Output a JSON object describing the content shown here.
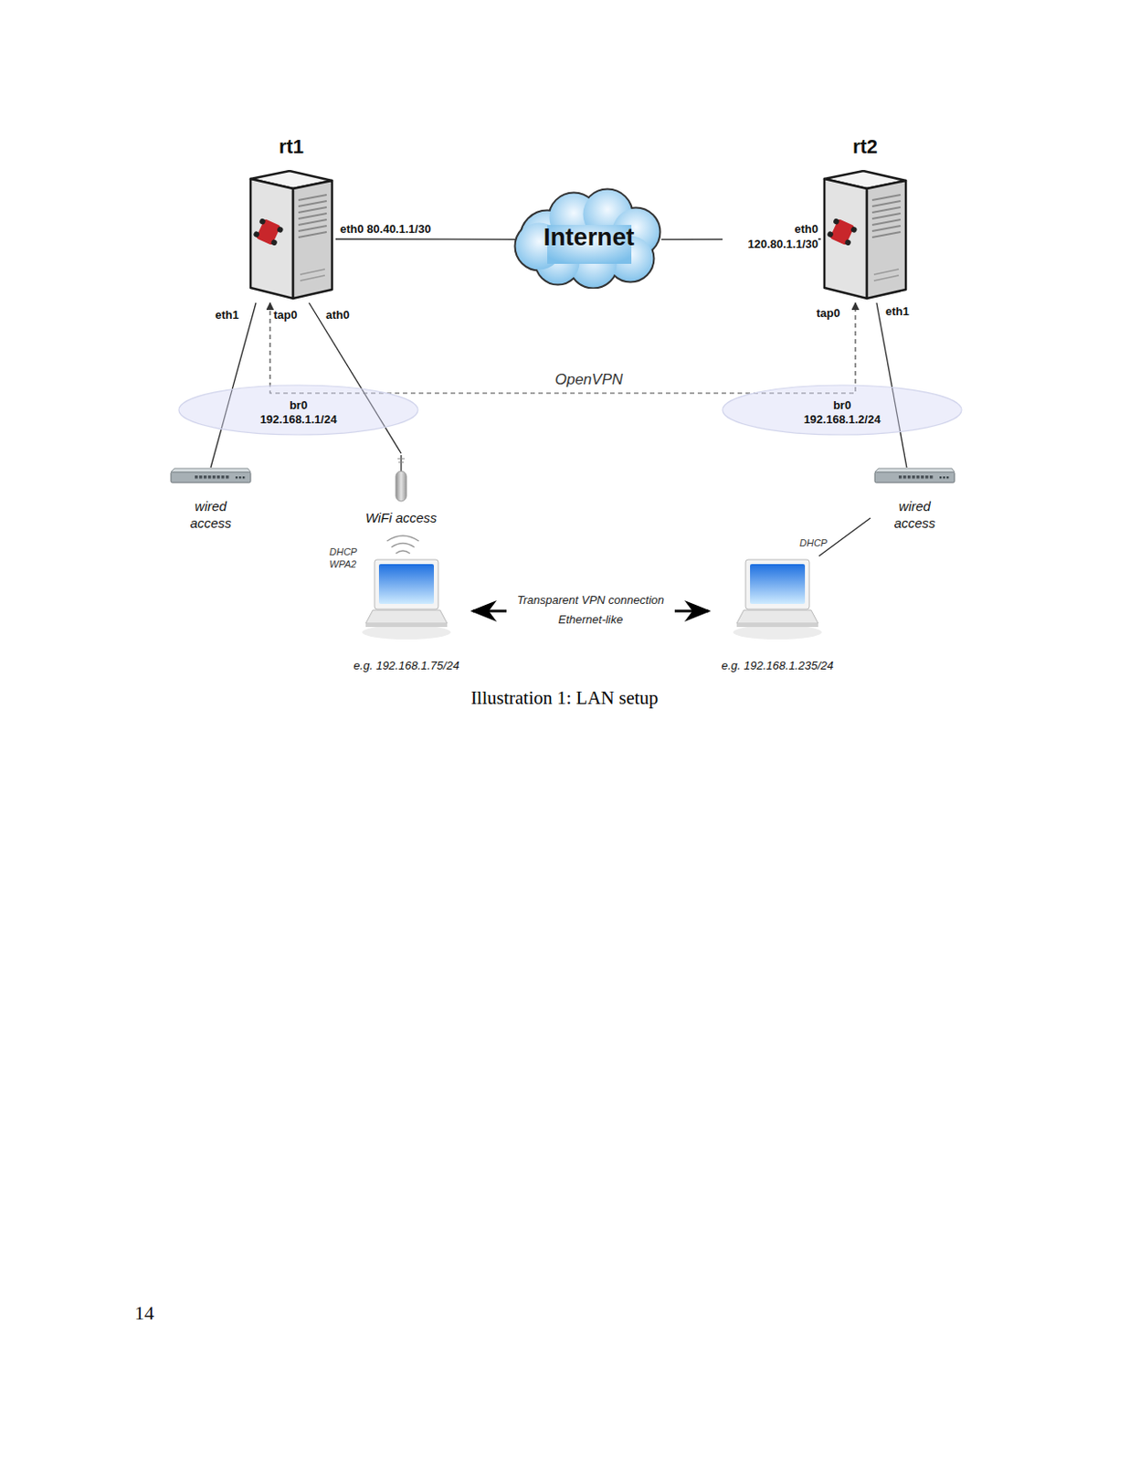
{
  "diagram": {
    "caption": "Illustration 1: LAN setup",
    "nodes": [
      {
        "text": [
          "rt1"
        ]
      },
      {
        "text": [
          "Internet"
        ]
      },
      {
        "text": [
          "rt2"
        ]
      },
      {
        "text": [
          "br0",
          "192.168.1.1/24"
        ]
      },
      {
        "text": [
          "br0",
          "192.168.1.2/24"
        ]
      },
      {
        "text": [
          "wired access"
        ]
      },
      {
        "text": [
          "WiFi access"
        ]
      },
      {
        "text": [
          "wired access"
        ]
      },
      {
        "text": [
          "e.g. 192.168.1.75/24"
        ]
      },
      {
        "text": [
          "e.g. 192.168.1.235/24"
        ]
      }
    ],
    "edges": [
      {
        "from": 0,
        "to": 1,
        "arrow": "none",
        "label": "eth0 80.40.1.1/30"
      },
      {
        "from": 2,
        "to": 1,
        "arrow": "none",
        "label": "eth0 120.80.1.1/30"
      },
      {
        "from": 0,
        "to": 5,
        "arrow": "none",
        "label": "eth1"
      },
      {
        "from": 0,
        "to": 6,
        "arrow": "none",
        "label": "ath0"
      },
      {
        "from": 0,
        "to": 2,
        "arrow": "both",
        "label": "OpenVPN"
      },
      {
        "from": 2,
        "to": 7,
        "arrow": "none",
        "label": "eth1"
      },
      {
        "from": 8,
        "to": 9,
        "arrow": "both",
        "label": "Transparent VPN connection Ethernet-like"
      },
      {
        "from": 9,
        "to": 7,
        "arrow": "none",
        "label": "DHCP"
      }
    ],
    "labels": [
      "tap0",
      "tap0",
      "DHCP",
      "WPA2",
      "14"
    ]
  }
}
